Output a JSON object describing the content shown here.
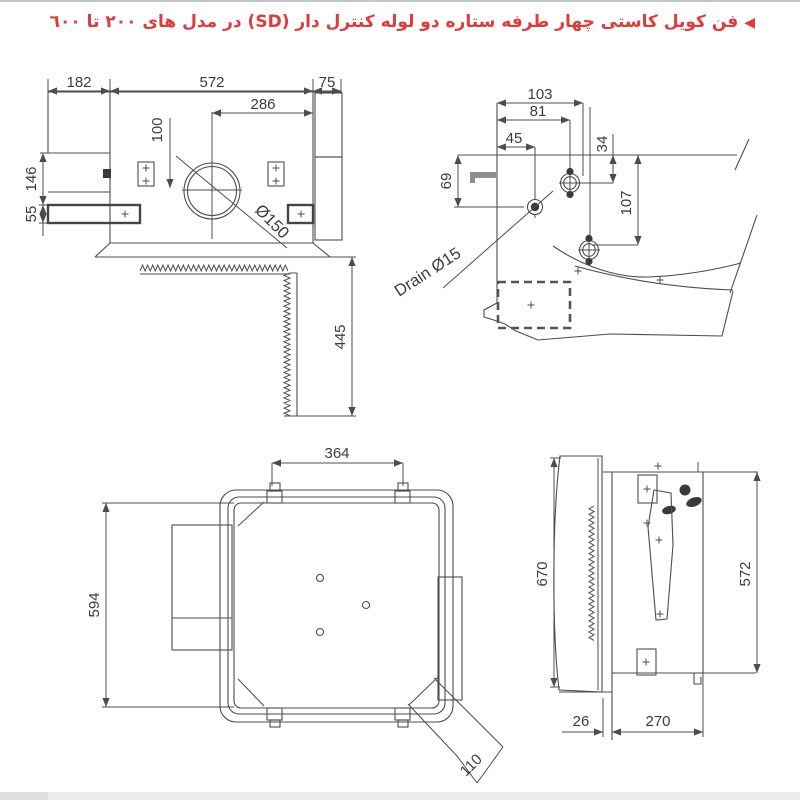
{
  "title": {
    "marker": "◀",
    "text": "فن کویل کاستی چهار طرفه ستاره دو لوله کنترل دار (SD) در مدل های ۲۰۰ تا ٦٠٠",
    "color": "#e03a3a"
  },
  "colors": {
    "line": "#4d4d4d",
    "text": "#3c3c3c",
    "accent_red": "#e03a3a"
  },
  "drawings": {
    "top_view": {
      "dims": {
        "left_section": "182",
        "body_width": "572",
        "right_section": "75",
        "duct_center": "286",
        "duct_offset": "100",
        "side_upper": "146",
        "side_pipe": "55",
        "duct_diameter": "Ø150",
        "depth": "445"
      }
    },
    "pipe_detail": {
      "dims": {
        "overall": "103",
        "valve_x": "81",
        "drain_x": "45",
        "valve_y": "34",
        "drain_y": "69",
        "valve2_y": "107",
        "drain_note": "Drain Ø15"
      }
    },
    "bottom_view": {
      "dims": {
        "clip_spacing": "364",
        "panel_inner": "594",
        "corner_vane": "110"
      }
    },
    "side_view": {
      "dims": {
        "panel_height": "670",
        "body_height": "572",
        "panel_gap": "26",
        "body_depth": "270"
      }
    }
  }
}
